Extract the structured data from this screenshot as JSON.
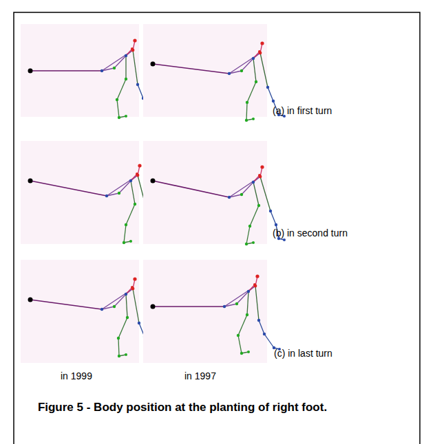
{
  "diagram": {
    "caption": "Figure 5 - Body position at the planting of right foot.",
    "labels": [
      "(a) in first turn",
      "(b) in second turn",
      "(c) in last turn",
      "in 1999",
      "in 1997"
    ]
  }
}
